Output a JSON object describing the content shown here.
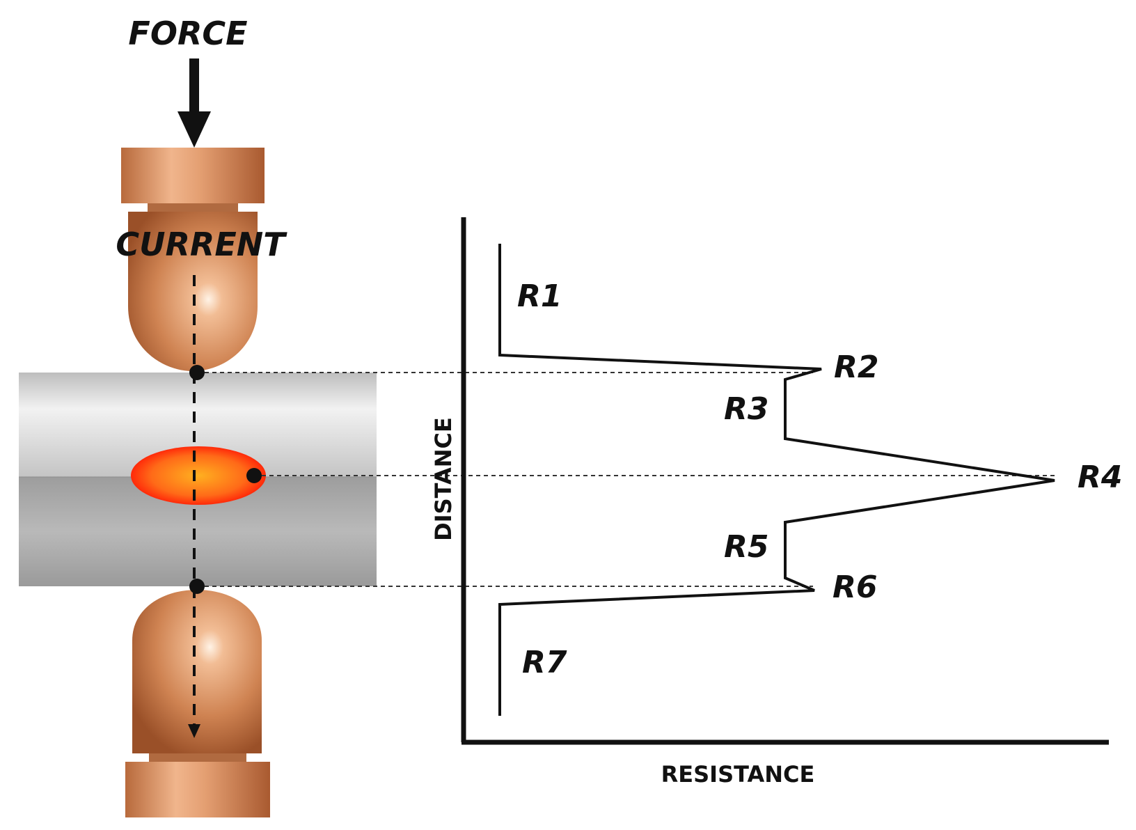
{
  "labels": {
    "force": "FORCE",
    "current": "CURRENT",
    "distance_axis": "DISTANCE",
    "resistance_axis": "RESISTANCE"
  },
  "resistances": [
    {
      "id": "r1",
      "label": "R1"
    },
    {
      "id": "r2",
      "label": "R2"
    },
    {
      "id": "r3",
      "label": "R3"
    },
    {
      "id": "r4",
      "label": "R4"
    },
    {
      "id": "r5",
      "label": "R5"
    },
    {
      "id": "r6",
      "label": "R6"
    },
    {
      "id": "r7",
      "label": "R7"
    }
  ],
  "colors": {
    "copper": "#c97a4a",
    "copper_highlight": "#f3c8a3",
    "steel_top": "#cfcfcf",
    "steel_bottom": "#a9a9a9",
    "nugget_core": "#ffb020",
    "nugget_edge": "#ff3a10",
    "line": "#111111"
  }
}
